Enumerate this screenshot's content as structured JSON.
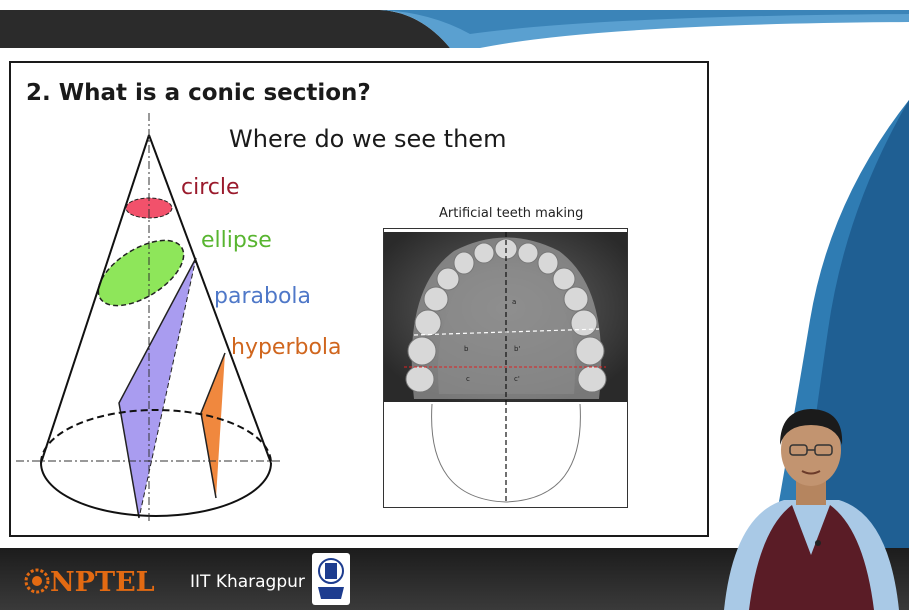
{
  "slide": {
    "title": "2. What is a conic section?",
    "subtitle": "Where do we see them",
    "conic_labels": {
      "circle": "circle",
      "ellipse": "ellipse",
      "parabola": "parabola",
      "hyperbola": "hyperbola"
    },
    "photo_caption": "Artificial teeth making",
    "photo_marks": [
      "a",
      "b",
      "b'",
      "c",
      "c'"
    ]
  },
  "footer": {
    "logo_text": "NPTEL",
    "institute": "IIT Kharagpur"
  },
  "colors": {
    "circle": "#f2516b",
    "ellipse": "#8ee65a",
    "parabola": "#a99cf0",
    "hyperbola": "#f0883e",
    "circle_label": "#9a1a2c",
    "ellipse_label": "#58b530",
    "parabola_label": "#4f78c8",
    "hyperbola_label": "#d0661e",
    "nptel_orange": "#e36a12",
    "top_band_dark": "#2b2b2b",
    "top_band_blue": "#3b84b8",
    "swoosh_blue": "#2f7cb3"
  },
  "icons": [
    "nptel-gear-icon",
    "iit-kharagpur-emblem-icon"
  ]
}
